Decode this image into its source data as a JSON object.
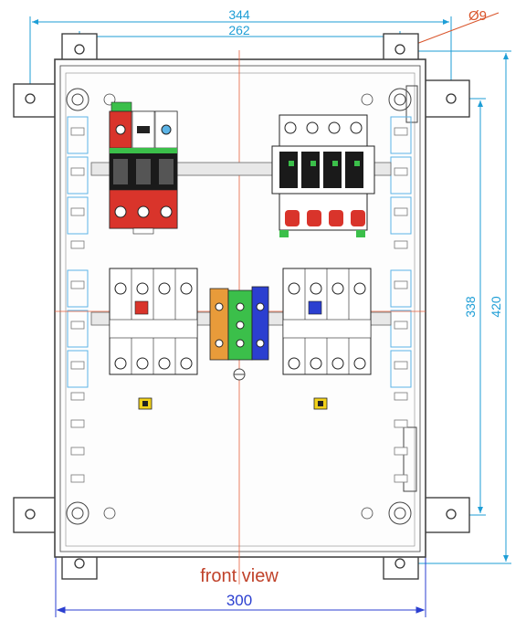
{
  "diagram": {
    "caption": "front view",
    "dimensions": {
      "overall_width": "344",
      "hole_spacing": "262",
      "hole_diameter": "Ø9",
      "height_inner": "338",
      "height_outer": "420",
      "enclosure_width": "300"
    }
  },
  "colors": {
    "dimension": "#1e9ed6",
    "centerline": "#e8603c",
    "caption": "#c0422a",
    "spd_red": "#d9342b",
    "breaker_green": "#3bbf4a",
    "terminal_blue": "#2b3fd0",
    "indicator_yellow": "#f2d21b"
  }
}
